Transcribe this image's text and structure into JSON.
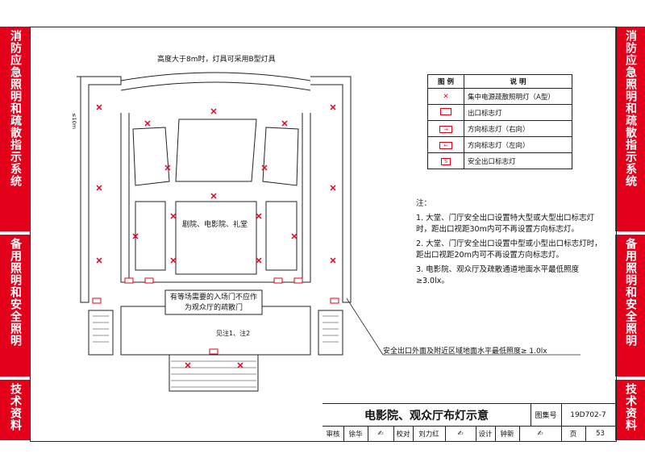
{
  "side_tabs": {
    "left": [
      "消防应急照明和疏散指示系统",
      "备用照明和安全照明",
      "技术资料"
    ],
    "right": [
      "消防应急照明和疏散指示系统",
      "备用照明和安全照明",
      "技术资料"
    ]
  },
  "plan": {
    "ceiling_note": "高度大于8m时，灯具可采用B型灯具",
    "hall_label": "剧院、电影院、礼堂",
    "door_note": "有等场需要的入场门不应作为观众厅的疏散门",
    "see_note": "见注1、注2",
    "exterior_note": "安全出口外面及附近区域地面水平最低照度≥ 1.0lx",
    "dim_label": "≤10m"
  },
  "legend": {
    "header_symbol": "图 例",
    "header_desc": "说 明",
    "rows": [
      {
        "icon": "emergency-light-icon",
        "desc": "集中电源疏散照明灯（A型）"
      },
      {
        "icon": "exit-sign-icon",
        "desc": "出口标志灯"
      },
      {
        "icon": "direction-right-icon",
        "desc": "方向标志灯（右向）"
      },
      {
        "icon": "direction-left-icon",
        "desc": "方向标志灯（左向）"
      },
      {
        "icon": "safe-exit-sign-icon",
        "desc": "安全出口标志灯"
      }
    ]
  },
  "notes": {
    "heading": "注：",
    "items": [
      "1. 大堂、门厅安全出口设置特大型或大型出口标志灯时，距出口视距30m内可不再设置方向标志灯。",
      "2. 大堂、门厅安全出口设置中型或小型出口标志灯时，距出口视距20m内可不再设置方向标志灯。",
      "3. 电影院、观众厅及疏散通道地面水平最低照度≥3.0lx。"
    ]
  },
  "title_block": {
    "title": "电影院、观众厅布灯示意",
    "atlas_label": "图集号",
    "atlas_no": "19D702-7",
    "review_label": "审核",
    "reviewer": "徐华",
    "check_label": "校对",
    "checker": "刘力红",
    "design_label": "设计",
    "designer": "钟新",
    "page_label": "页",
    "page_no": "53"
  },
  "colors": {
    "accent": "#e3001b",
    "line": "#222222"
  }
}
